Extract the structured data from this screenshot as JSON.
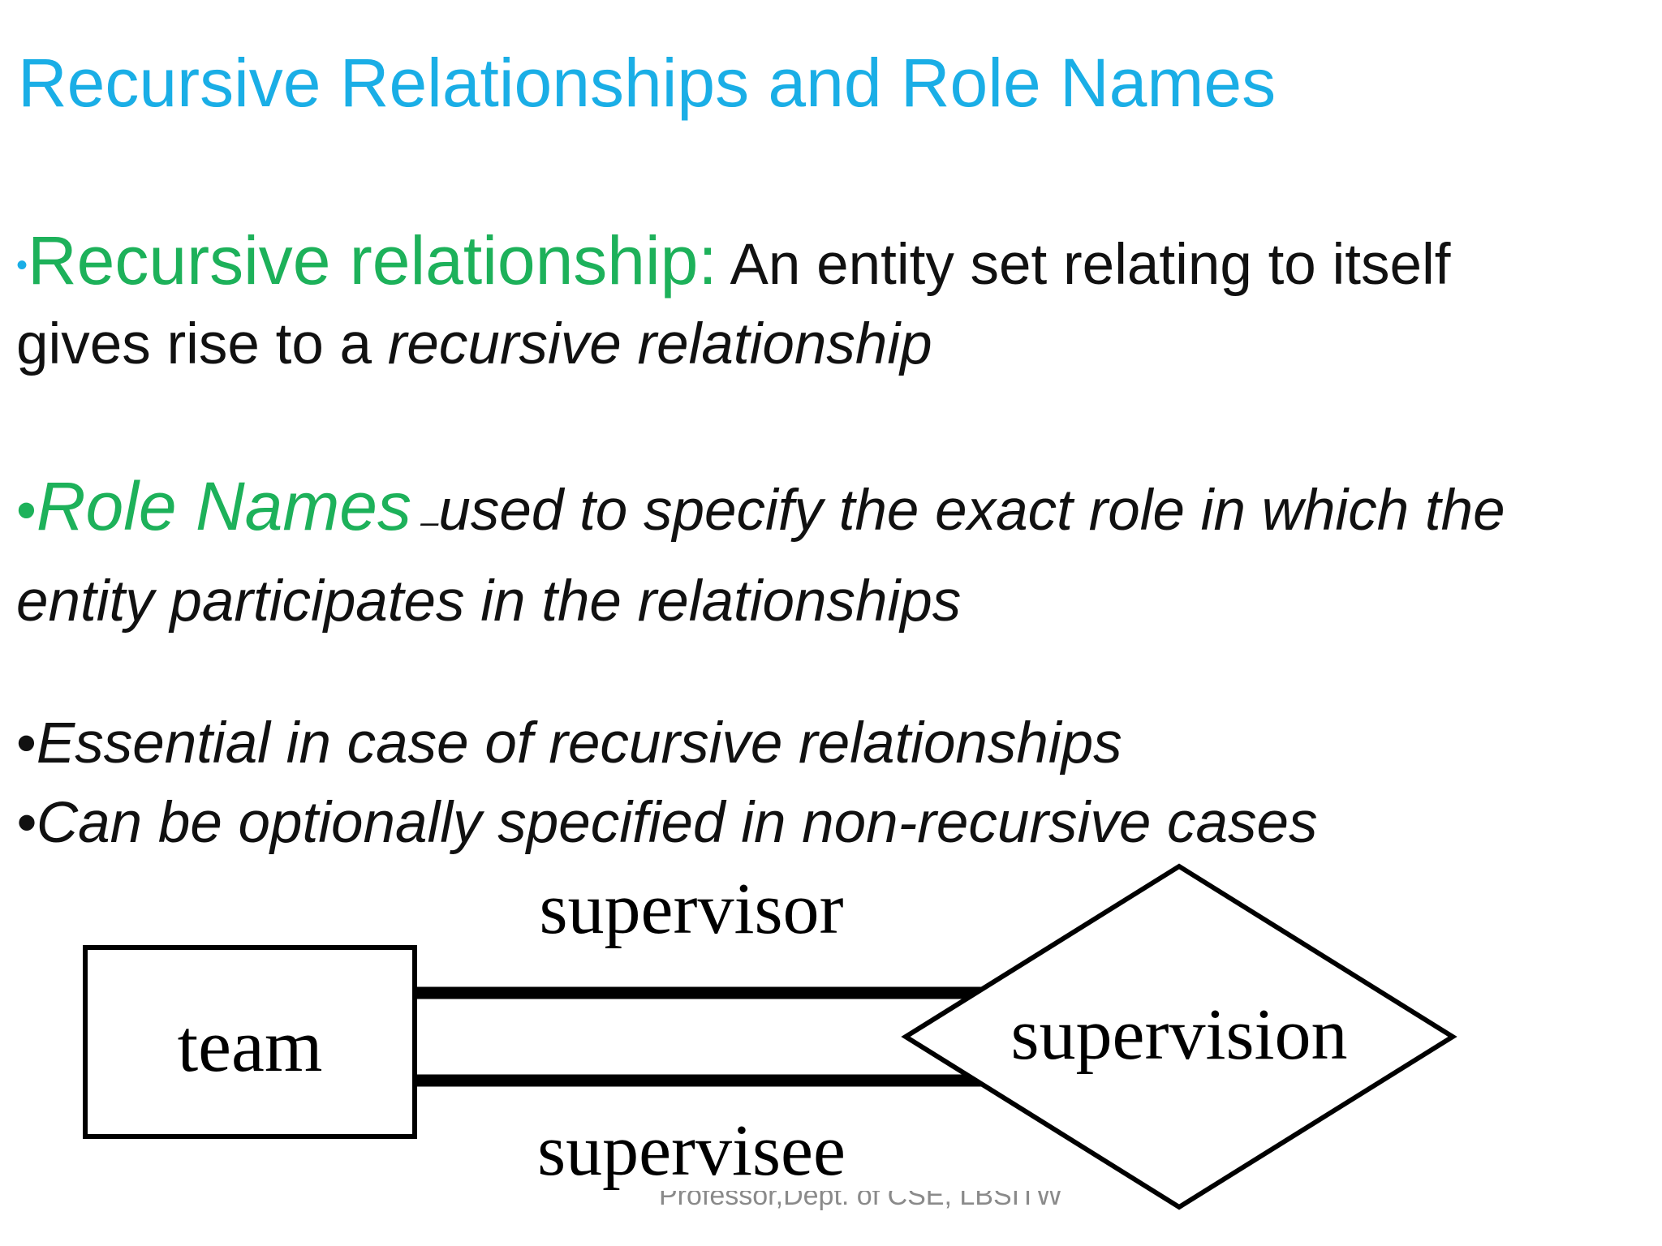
{
  "slide": {
    "title": "Recursive Relationships and Role Names",
    "bullet1": {
      "marker": "•",
      "term": "Recursive relationship:",
      "text_line1": " An entity set relating to itself",
      "text_line2_plain": "gives rise to a ",
      "text_line2_italic": "recursive relationship"
    },
    "bullet2": {
      "marker": "•",
      "term": "Role Names",
      "dash": " –",
      "text_line1": "used to specify the exact role in which the",
      "text_line2": "entity participates in the relationships"
    },
    "bullet3": {
      "marker": "•",
      "text": "Essential in case of recursive relationships"
    },
    "bullet4": {
      "marker": "•",
      "text": "Can be optionally specified in non-recursive cases"
    }
  },
  "diagram": {
    "entity": "team",
    "relationship": "supervision",
    "role_top": "supervisor",
    "role_bottom": "supervisee"
  },
  "footer": {
    "text": "Professor,Dept. of CSE, LBSITW"
  },
  "colors": {
    "title": "#1aaee6",
    "term": "#1db15a",
    "body": "#111111"
  }
}
